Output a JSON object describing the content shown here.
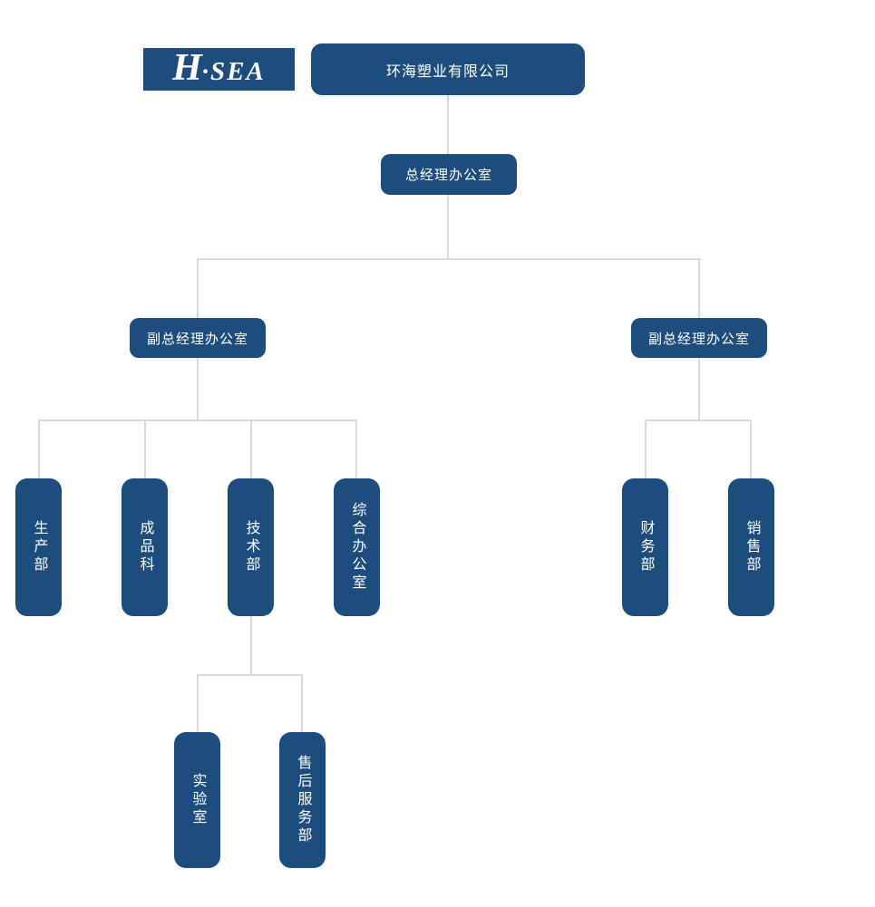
{
  "colors": {
    "node_background": "#1d4d7c",
    "node_text": "#ffffff",
    "connector_line": "#d9d9d9",
    "logo_background": "#1d4d7c",
    "logo_text": "#ffffff",
    "page_background": "#ffffff"
  },
  "logo": {
    "h": "H",
    "rest": "·SEA",
    "full_text": "H·SEA"
  },
  "org_chart": {
    "company": {
      "label": "环海塑业有限公司"
    },
    "gm_office": {
      "label": "总经理办公室"
    },
    "deputy_gm_left": {
      "label": "副总经理办公室"
    },
    "deputy_gm_right": {
      "label": "副总经理办公室"
    },
    "left_departments": [
      {
        "label": "生产部"
      },
      {
        "label": "成品科"
      },
      {
        "label": "技术部"
      },
      {
        "label": "综合办公室"
      }
    ],
    "right_departments": [
      {
        "label": "财务部"
      },
      {
        "label": "销售部"
      }
    ],
    "tech_sub_departments": [
      {
        "label": "实验室"
      },
      {
        "label": "售后服务部"
      }
    ]
  }
}
